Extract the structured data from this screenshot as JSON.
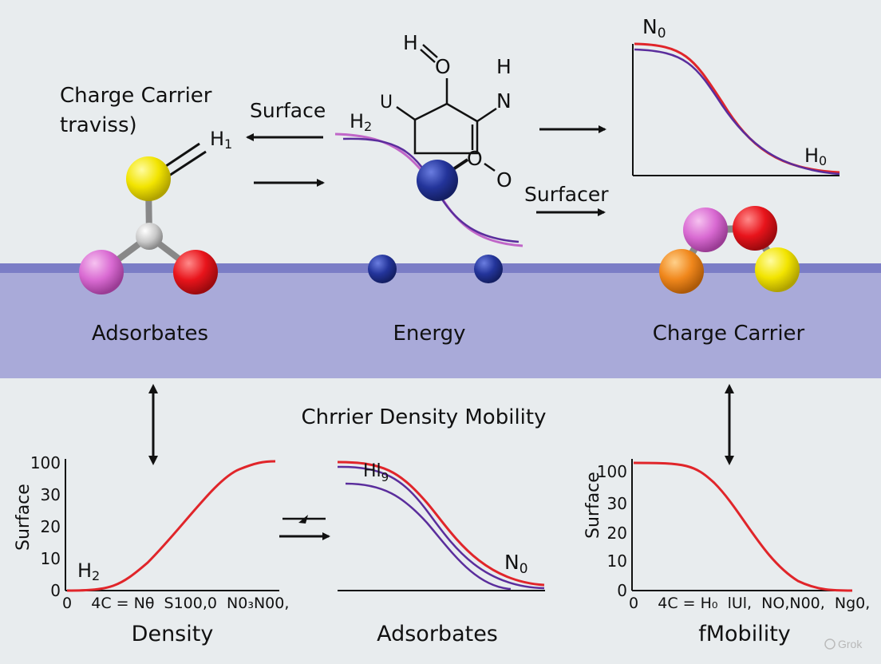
{
  "colors": {
    "background": "#e8ecee",
    "band": "#a9aad9",
    "band_line": "#7b7dc6",
    "curve_red": "#e0252a",
    "curve_purple": "#5a2d9c",
    "curve_pink": "#c066c8",
    "atom_yellow": "#f2e400",
    "atom_magenta": "#d96ad2",
    "atom_red": "#e8141b",
    "atom_gray": "#c8c8c8",
    "atom_blue": "#23349a",
    "atom_orange": "#f0871c"
  },
  "top": {
    "label_charge_carrier_line1": "Charge Carrier",
    "label_charge_carrier_line2": "traviss)",
    "label_h1": "H",
    "label_h1_sub": "1",
    "label_surface": "Surface",
    "label_surfacer": "Surfacer",
    "molecule": {
      "h_eq_o_h": "H",
      "h_eq_o_o": "O",
      "o_top": "O",
      "h_right": "H",
      "n_right": "N",
      "u_left": "U",
      "h2_h": "H",
      "h2_sub": "2",
      "o_mid": "O",
      "o_low": "O"
    },
    "plot_top_right": {
      "label_start": "N",
      "label_start_sub": "0",
      "label_end": "H",
      "label_end_sub": "0"
    }
  },
  "band": {
    "label_left": "Adsorbates",
    "label_mid": "Energy",
    "label_right": "Charge Carrier"
  },
  "middle_title": "Chrrier Density Mobility",
  "bottom_left_plot": {
    "ylabel": "Surface",
    "yticks": [
      "100",
      "30",
      "20",
      "10",
      "0"
    ],
    "xticks_text": "0    4C = Nθ  S100,0  N0₃N00,",
    "xlabel": "Density",
    "curve_label": "H",
    "curve_label_sub": "2"
  },
  "bottom_mid_plot": {
    "label_top": "Hl",
    "label_top_sub": "9",
    "label_end": "N",
    "label_end_sub": "0",
    "xlabel": "Adsorbates"
  },
  "bottom_right_plot": {
    "ylabel": "Surface",
    "yticks": [
      "100",
      "30",
      "20",
      "10",
      "0"
    ],
    "xticks_text": "0    4C = H₀  lUl,  NO,N00,  Ng0,",
    "xlabel": "fMobility"
  },
  "watermark": "Grok"
}
